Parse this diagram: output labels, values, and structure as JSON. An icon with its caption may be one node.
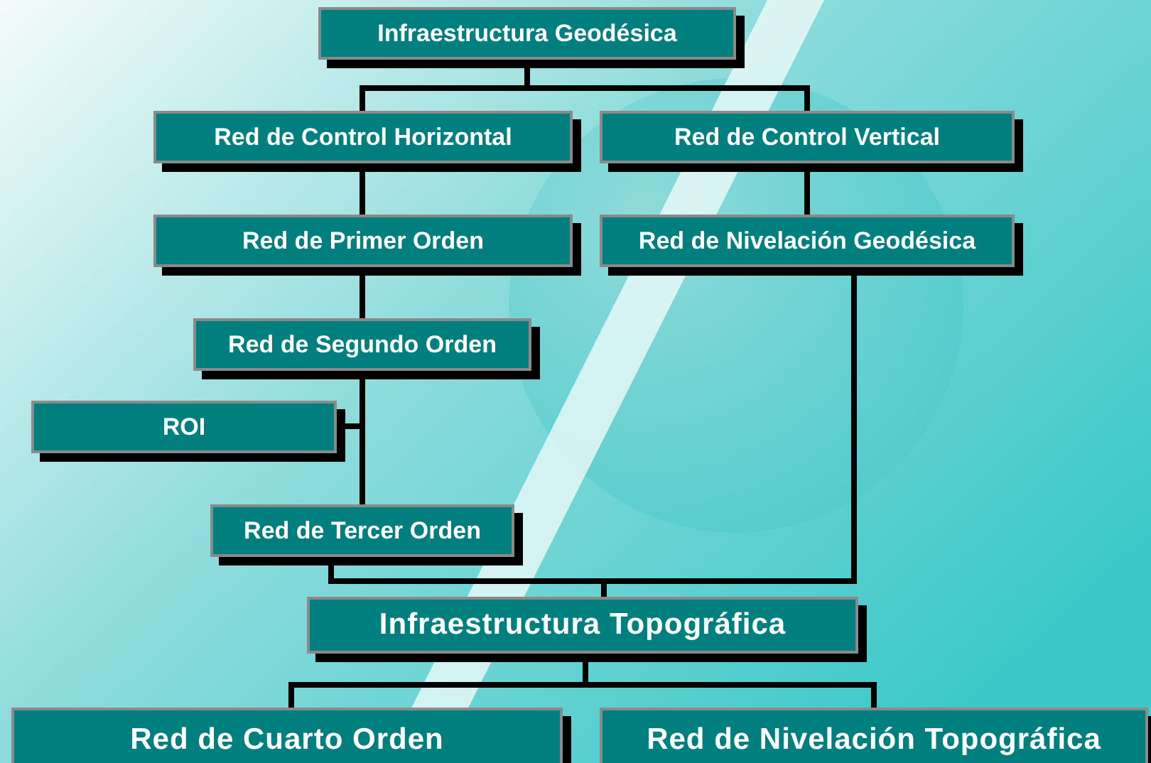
{
  "diagram": {
    "nodes": [
      {
        "text": [
          "Infraestructura Geodésica"
        ]
      },
      {
        "text": [
          "Red de Control Horizontal"
        ]
      },
      {
        "text": [
          "Red de Control Vertical"
        ]
      },
      {
        "text": [
          "Red de Primer Orden"
        ]
      },
      {
        "text": [
          "Red de Nivelación Geodésica"
        ]
      },
      {
        "text": [
          "Red de Segundo Orden"
        ]
      },
      {
        "text": [
          "ROI"
        ]
      },
      {
        "text": [
          "Red de Tercer Orden"
        ]
      },
      {
        "text": [
          "Infraestructura Topográfica"
        ]
      },
      {
        "text": [
          "Red de Cuarto Orden"
        ]
      },
      {
        "text": [
          "Red de Nivelación Topográfica"
        ]
      }
    ],
    "edges": [
      {
        "from": 0,
        "to": 1,
        "arrow": "none"
      },
      {
        "from": 0,
        "to": 2,
        "arrow": "none"
      },
      {
        "from": 1,
        "to": 3,
        "arrow": "none"
      },
      {
        "from": 2,
        "to": 4,
        "arrow": "none"
      },
      {
        "from": 3,
        "to": 5,
        "arrow": "none"
      },
      {
        "from": 5,
        "to": 6,
        "arrow": "none"
      },
      {
        "from": 5,
        "to": 7,
        "arrow": "none"
      },
      {
        "from": 7,
        "to": 8,
        "arrow": "none"
      },
      {
        "from": 4,
        "to": 8,
        "arrow": "none"
      },
      {
        "from": 8,
        "to": 9,
        "arrow": "none"
      },
      {
        "from": 8,
        "to": 10,
        "arrow": "none"
      }
    ]
  }
}
